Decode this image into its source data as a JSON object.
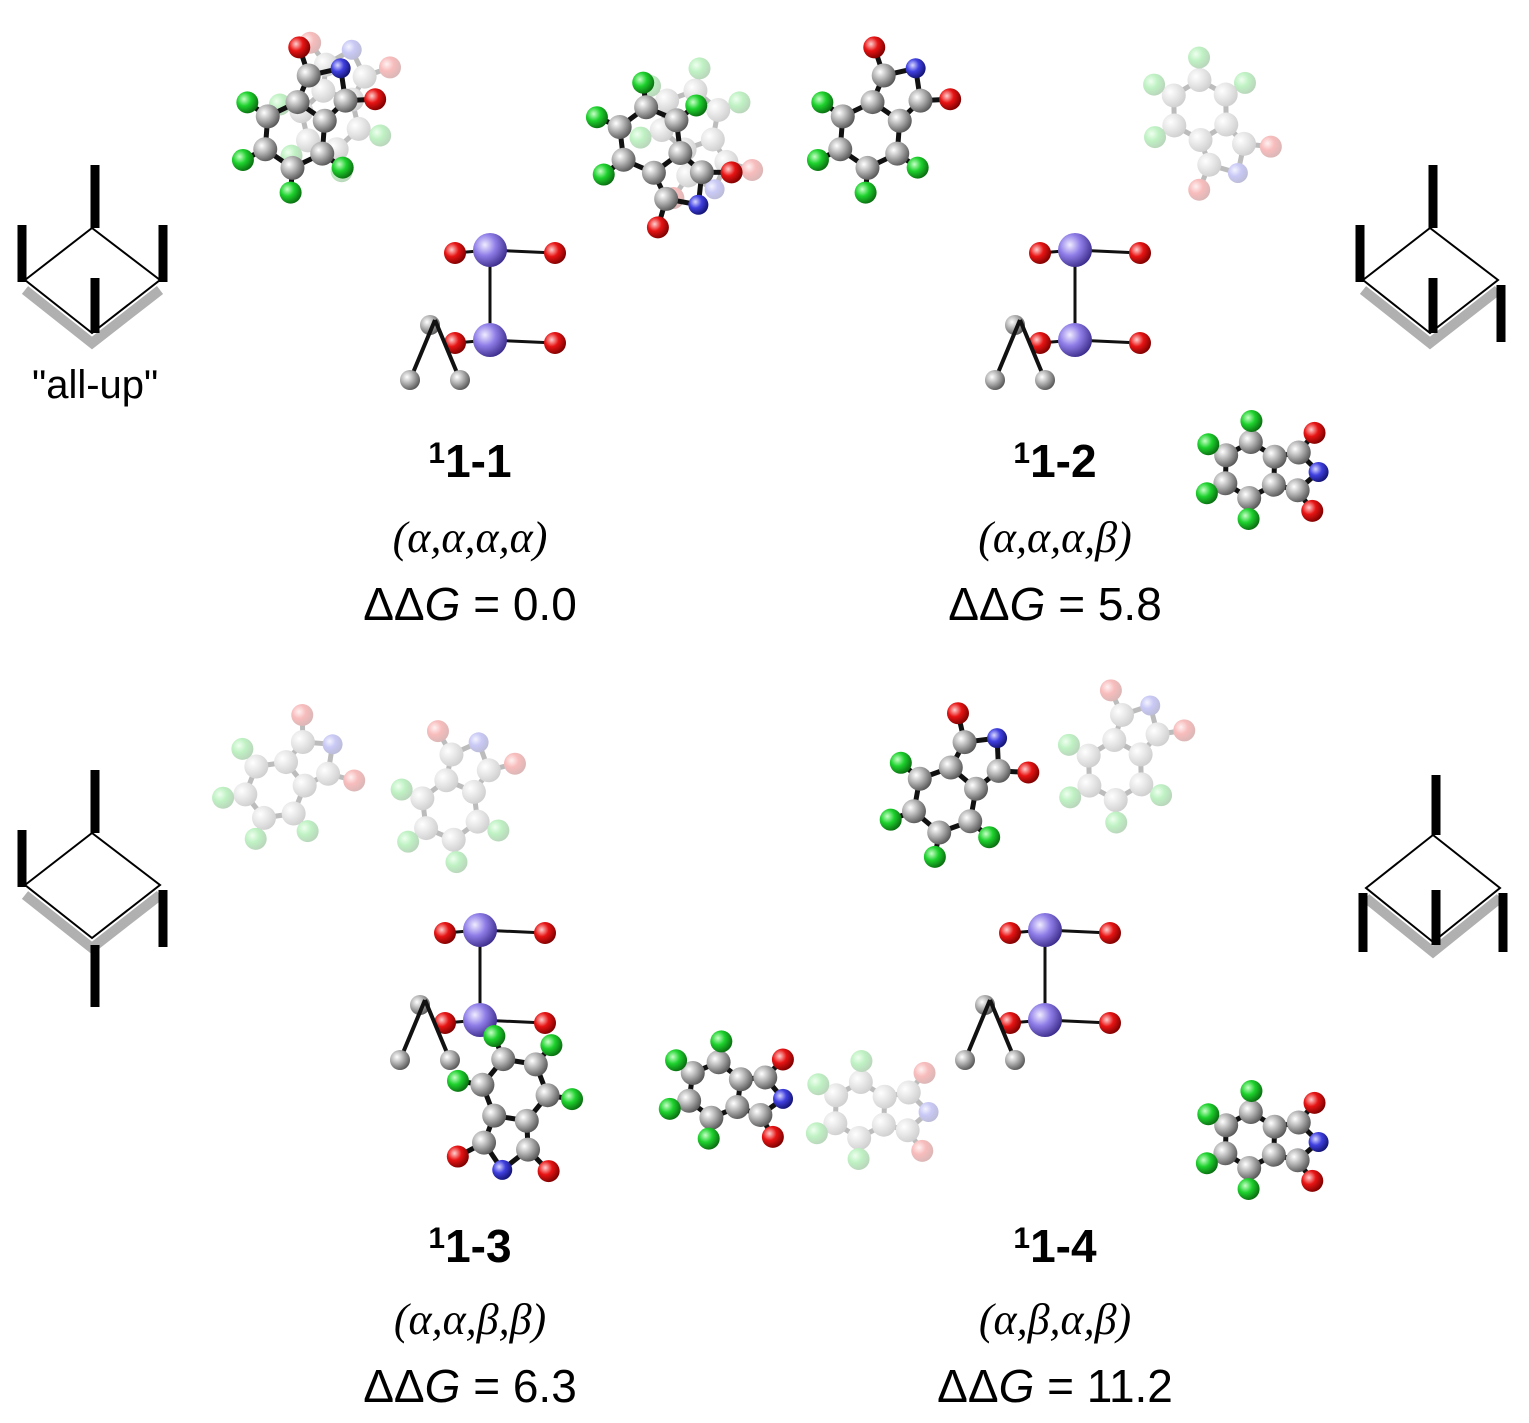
{
  "figure": {
    "schematic_label": "\"all-up\"",
    "conformers": [
      {
        "superscript": "1",
        "name": "1-1",
        "configuration": "(α,α,α,α)",
        "ddg_prefix": "ΔΔ",
        "ddg_symbol": "G",
        "ddg_value": "= 0.0"
      },
      {
        "superscript": "1",
        "name": "1-2",
        "configuration": "(α,α,α,β)",
        "ddg_prefix": "ΔΔ",
        "ddg_symbol": "G",
        "ddg_value": "= 5.8"
      },
      {
        "superscript": "1",
        "name": "1-3",
        "configuration": "(α,α,β,β)",
        "ddg_prefix": "ΔΔ",
        "ddg_symbol": "G",
        "ddg_value": "= 6.3"
      },
      {
        "superscript": "1",
        "name": "1-4",
        "configuration": "(α,β,α,β)",
        "ddg_prefix": "ΔΔ",
        "ddg_symbol": "G",
        "ddg_value": "= 11.2"
      }
    ],
    "atom_colors": {
      "carbon": "#9c9c9c",
      "chlorine": "#18c828",
      "oxygen": "#e01010",
      "nitrogen": "#3a3ad8",
      "metal": "#8a78e0",
      "hydrogen": "#f2f2f2",
      "bond": "#111111"
    }
  }
}
